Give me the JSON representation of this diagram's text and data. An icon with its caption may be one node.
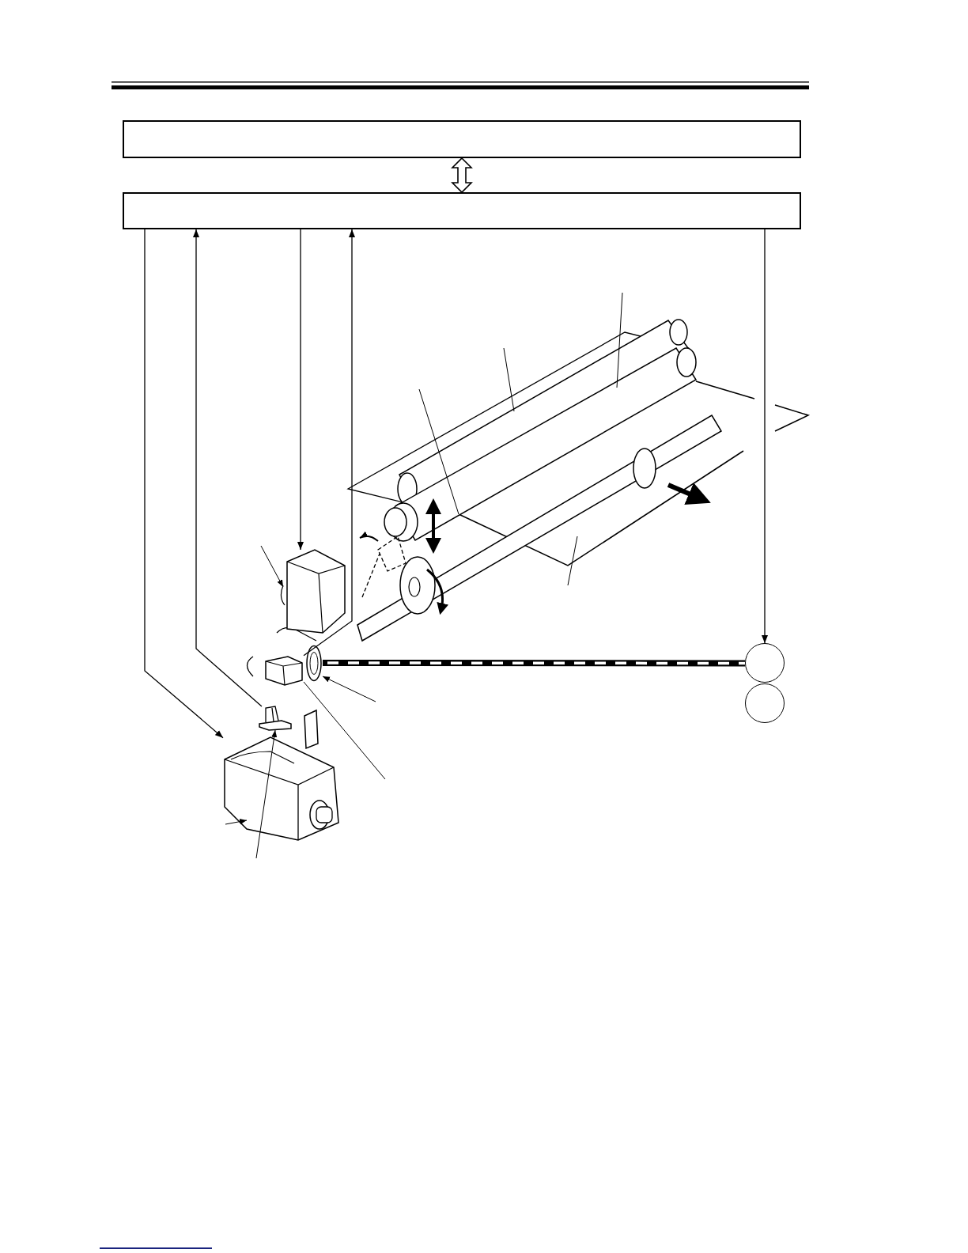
{
  "diagram": {
    "nodes": [
      {
        "text": [],
        "shape": "box"
      },
      {
        "text": [],
        "shape": "box"
      },
      {
        "text": [],
        "shape": "picture"
      },
      {
        "text": [],
        "shape": "picture"
      },
      {
        "text": [],
        "shape": "picture"
      },
      {
        "text": [],
        "shape": "picture"
      },
      {
        "text": [],
        "shape": "picture"
      },
      {
        "text": [],
        "shape": "circle"
      },
      {
        "text": [],
        "shape": "circle"
      },
      {
        "text": [],
        "shape": "picture"
      },
      {
        "text": [],
        "shape": "picture"
      },
      {
        "text": [],
        "shape": "picture"
      }
    ],
    "edges": [
      {
        "from": 0,
        "to": 1,
        "arrow": "both",
        "style": "thick"
      },
      {
        "from": 1,
        "to": 6,
        "arrow": "to"
      },
      {
        "from": 5,
        "to": 1,
        "arrow": "to"
      },
      {
        "from": 1,
        "to": 2,
        "arrow": "to"
      },
      {
        "from": 3,
        "to": 1,
        "arrow": "to"
      },
      {
        "from": 1,
        "to": 7,
        "arrow": "to"
      },
      {
        "from": 4,
        "to": 7,
        "arrow": "none",
        "style": "thick"
      },
      {
        "from": null,
        "to": 2,
        "arrow": "to"
      },
      {
        "from": null,
        "to": 9,
        "arrow": "none"
      },
      {
        "from": null,
        "to": 10,
        "arrow": "none"
      },
      {
        "from": null,
        "to": 11,
        "arrow": "none"
      },
      {
        "from": null,
        "to": 11,
        "arrow": "none"
      },
      {
        "from": null,
        "to": 4,
        "arrow": "to"
      },
      {
        "from": null,
        "to": 3,
        "arrow": "none"
      },
      {
        "from": null,
        "to": 5,
        "arrow": "to"
      },
      {
        "from": null,
        "to": 6,
        "arrow": "to"
      }
    ]
  }
}
